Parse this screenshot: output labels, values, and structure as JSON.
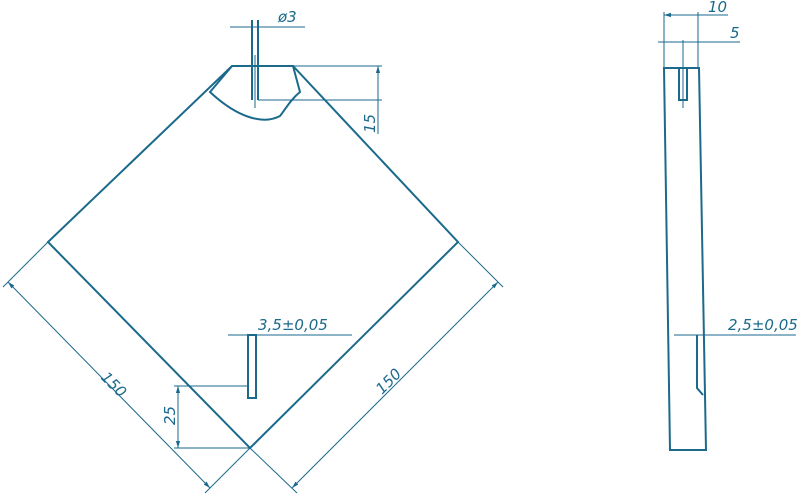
{
  "drawing": {
    "line_color": "#1b6a8c",
    "front_view": {
      "dim_hole_diameter": "ø3",
      "dim_hatch_depth": "15",
      "dim_slot_width": "3,5±0,05",
      "dim_slot_depth": "25",
      "dim_side_left": "150",
      "dim_side_right": "150"
    },
    "side_view": {
      "dim_thickness": "10",
      "dim_hole_offset": "5",
      "dim_slot_thickness": "2,5±0,05"
    }
  }
}
